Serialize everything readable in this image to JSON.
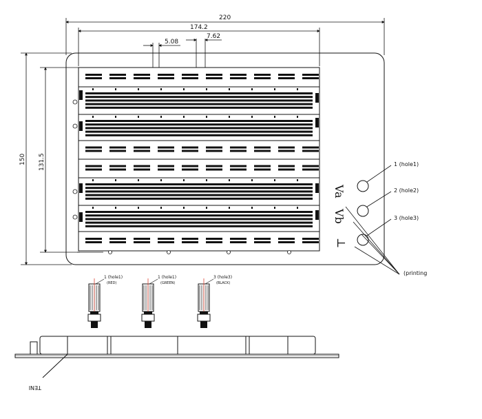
{
  "dimensions": {
    "overall_width": "220",
    "board_width": "174.2",
    "pitch_small": "5.08",
    "pitch_large": "7.62",
    "overall_height": "150",
    "board_height": "131.5"
  },
  "holes": {
    "hole1": "1 (hole1)",
    "hole2": "2 (hole2)",
    "hole3": "3 (hole3)",
    "va": "Va",
    "vb": "Vb",
    "gnd": "⊥",
    "printing": "(printing"
  },
  "posts": [
    {
      "top": "1 (hole1)",
      "color": "(RED)"
    },
    {
      "top": "1 (hole1)",
      "color": "(GREEN)"
    },
    {
      "top": "3 (hole3)",
      "color": "(BLACK)"
    }
  ],
  "side_label": "TENI"
}
